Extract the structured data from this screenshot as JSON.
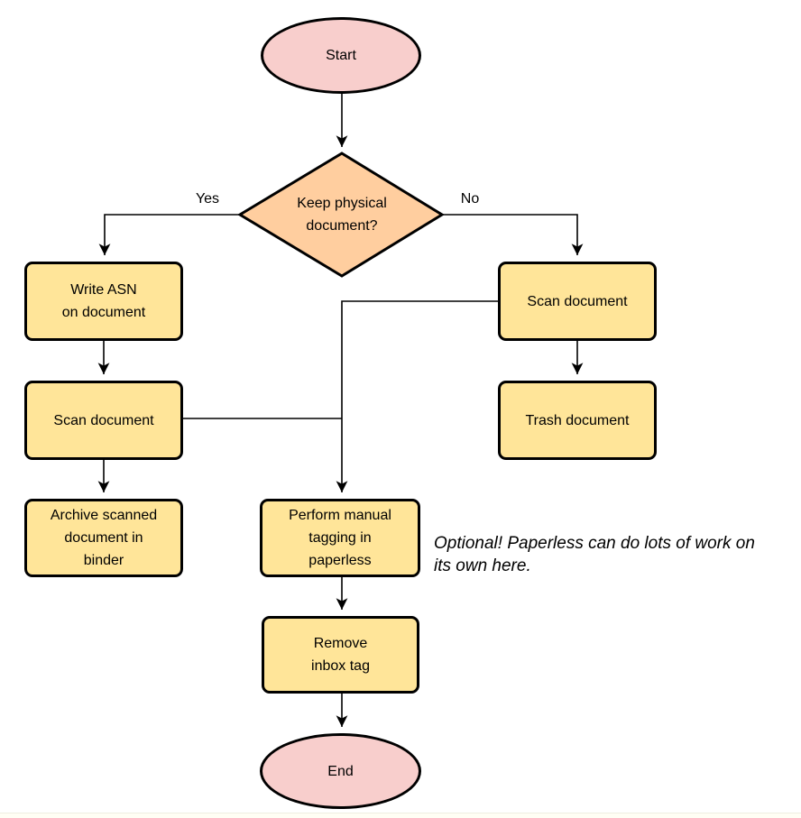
{
  "diagram": {
    "nodes": {
      "start": {
        "label": "Start",
        "shape": "terminator"
      },
      "decision": {
        "label": "Keep physical\ndocument?",
        "shape": "decision"
      },
      "write_asn": {
        "label": "Write ASN\non document",
        "shape": "process"
      },
      "scan_left": {
        "label": "Scan document",
        "shape": "process"
      },
      "archive": {
        "label": "Archive scanned\ndocument in\nbinder",
        "shape": "process"
      },
      "scan_right": {
        "label": "Scan document",
        "shape": "process"
      },
      "trash": {
        "label": "Trash document",
        "shape": "process"
      },
      "tagging": {
        "label": "Perform manual\ntagging in\npaperless",
        "shape": "process"
      },
      "remove_inbox": {
        "label": "Remove\ninbox tag",
        "shape": "process"
      },
      "end": {
        "label": "End",
        "shape": "terminator"
      }
    },
    "edge_labels": {
      "yes": "Yes",
      "no": "No"
    },
    "edges": [
      {
        "from": "start",
        "to": "decision",
        "label": ""
      },
      {
        "from": "decision",
        "to": "write_asn",
        "label": "Yes"
      },
      {
        "from": "decision",
        "to": "scan_right",
        "label": "No"
      },
      {
        "from": "write_asn",
        "to": "scan_left",
        "label": ""
      },
      {
        "from": "scan_left",
        "to": "archive",
        "label": ""
      },
      {
        "from": "scan_right",
        "to": "trash",
        "label": ""
      },
      {
        "from": "scan_left",
        "to": "tagging",
        "label": ""
      },
      {
        "from": "scan_right",
        "to": "tagging",
        "label": ""
      },
      {
        "from": "tagging",
        "to": "remove_inbox",
        "label": ""
      },
      {
        "from": "remove_inbox",
        "to": "end",
        "label": ""
      }
    ],
    "annotation": "Optional! Paperless can do lots of work on\nits own here.",
    "colors": {
      "terminator_fill": "#F8CECC",
      "decision_fill": "#FFCE9F",
      "process_fill": "#FFE599",
      "stroke": "#000000"
    }
  }
}
